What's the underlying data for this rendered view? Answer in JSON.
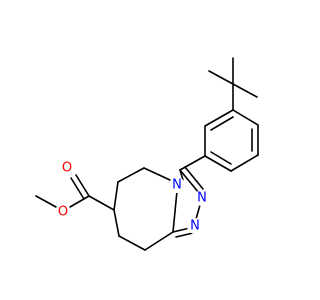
{
  "colors": {
    "background": "#ffffff",
    "bond": "#000000",
    "oxygen": "#ff0000",
    "nitrogen": "#0000ff"
  },
  "atoms": {
    "o_carbonyl": {
      "symbol": "O",
      "color": "#ff0000"
    },
    "o_ester": {
      "symbol": "O",
      "color": "#ff0000"
    },
    "n_ring": {
      "symbol": "N",
      "color": "#0000ff"
    },
    "n_right": {
      "symbol": "N",
      "color": "#0000ff"
    },
    "n_bottom": {
      "symbol": "N",
      "color": "#0000ff"
    }
  }
}
